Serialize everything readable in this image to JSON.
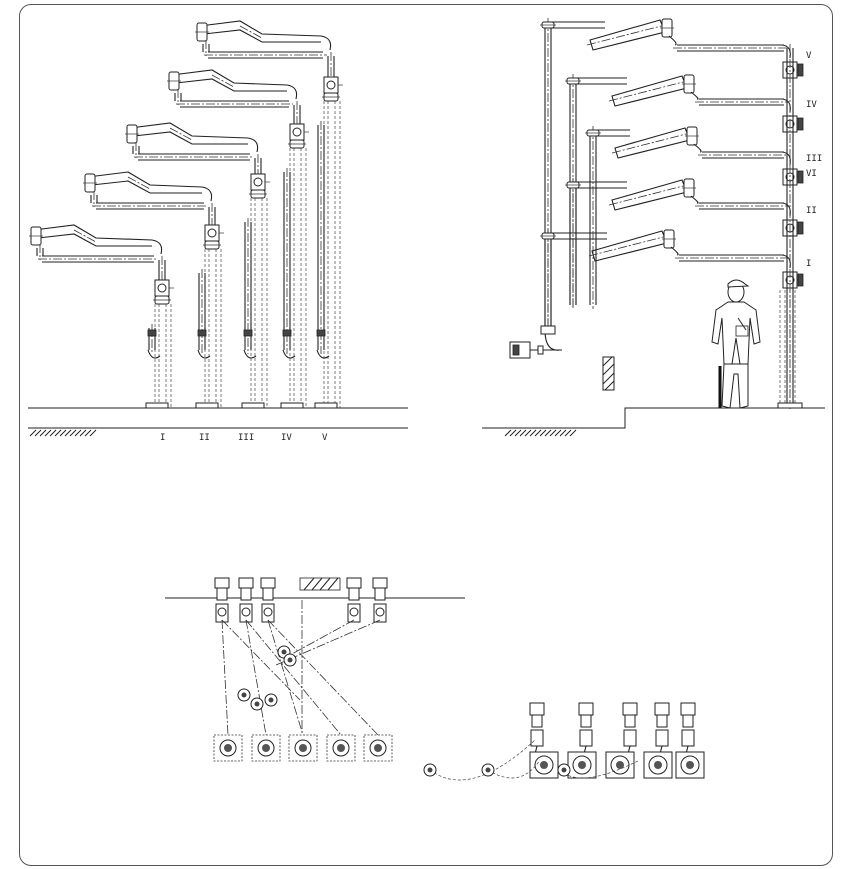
{
  "left_elevation": {
    "arm_labels": [
      "I",
      "II",
      "III",
      "IV",
      "V"
    ]
  },
  "right_elevation": {
    "arm_labels": [
      "V",
      "IV",
      "III",
      "VI",
      "II",
      "I"
    ]
  },
  "colors": {
    "line": "#222222",
    "frame": "#555555",
    "background": "#ffffff"
  },
  "icons": [
    "loading-arm-icon",
    "swivel-joint-icon",
    "operator-figure-icon",
    "ground-hatch-icon"
  ]
}
